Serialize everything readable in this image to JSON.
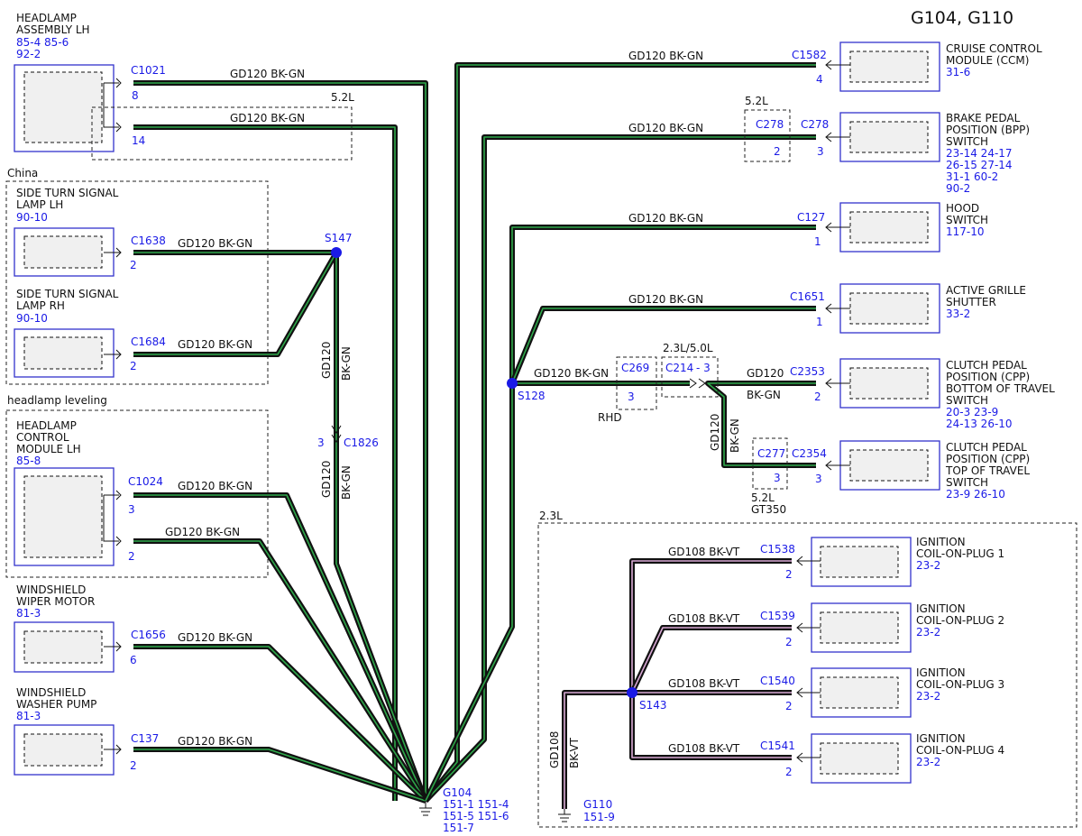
{
  "title": "G104, G110",
  "wire_label_g": "GD120  BK-GN",
  "wire_label_v": "GD108  BK-VT",
  "wire_code_g": "GD120",
  "wire_color_g": "BK-GN",
  "wire_code_v": "GD108",
  "wire_color_v": "BK-VT",
  "colors": {
    "ground_wire": "#2ea84a",
    "ignition_wire": "#d8a8d4",
    "reference": "#1a1ae6",
    "component_border": "#3333cc"
  },
  "components": {
    "headlamp_lh": {
      "name1": "HEADLAMP",
      "name2": "ASSEMBLY LH",
      "ref1": "85-4   85-6",
      "ref2": "92-2",
      "connector": "C1021",
      "pin": "8",
      "pin2": "14",
      "variant": "5.2L"
    },
    "group_china": {
      "label": "China"
    },
    "side_turn_lh": {
      "name1": "SIDE TURN SIGNAL",
      "name2": "LAMP LH",
      "ref": "90-10",
      "connector": "C1638",
      "pin": "2"
    },
    "side_turn_rh": {
      "name1": "SIDE TURN SIGNAL",
      "name2": "LAMP RH",
      "ref": "90-10",
      "connector": "C1684",
      "pin": "2"
    },
    "group_leveling": {
      "label": "headlamp leveling"
    },
    "headlamp_module": {
      "name1": "HEADLAMP",
      "name2": "CONTROL",
      "name3": "MODULE LH",
      "ref": "85-8",
      "connector": "C1024",
      "pin": "3",
      "pin2": "2"
    },
    "wiper_motor": {
      "name1": "WINDSHIELD",
      "name2": "WIPER MOTOR",
      "ref": "81-3",
      "connector": "C1656",
      "pin": "6"
    },
    "washer_pump": {
      "name1": "WINDSHIELD",
      "name2": "WASHER PUMP",
      "ref": "81-3",
      "connector": "C137",
      "pin": "2"
    },
    "ccm": {
      "name1": "CRUISE CONTROL",
      "name2": "MODULE (CCM)",
      "ref": "31-6",
      "connector": "C1582",
      "pin": "4"
    },
    "bpp": {
      "name1": "BRAKE PEDAL",
      "name2": "POSITION (BPP)",
      "name3": "SWITCH",
      "ref1": "23-14  24-17",
      "ref2": "26-15  27-14",
      "ref3": "31-1    60-2",
      "ref4": "90-2",
      "connector": "C278",
      "pin": "3",
      "inline": "C278",
      "inline_pin": "2",
      "variant": "5.2L"
    },
    "hood": {
      "name1": "HOOD",
      "name2": "SWITCH",
      "ref": "117-10",
      "connector": "C127",
      "pin": "1"
    },
    "grille": {
      "name1": "ACTIVE GRILLE",
      "name2": "SHUTTER",
      "ref": "33-2",
      "connector": "C1651",
      "pin": "1"
    },
    "cpp_bottom": {
      "name1": "CLUTCH PEDAL",
      "name2": "POSITION (CPP)",
      "name3": "BOTTOM OF TRAVEL",
      "name4": "SWITCH",
      "ref1": "20-3    23-9",
      "ref2": "24-13  26-10",
      "connector": "C2353",
      "pin": "2"
    },
    "cpp_top": {
      "name1": "CLUTCH PEDAL",
      "name2": "POSITION (CPP)",
      "name3": "TOP OF TRAVEL",
      "name4": "SWITCH",
      "ref": "23-9    26-10",
      "connector": "C2354",
      "pin": "3"
    },
    "c269": {
      "connector": "C269",
      "pin": "3",
      "note": "RHD"
    },
    "c214": {
      "connector": "C214",
      "pin_label": "- 3",
      "note": "2.3L/5.0L"
    },
    "c277": {
      "connector": "C277",
      "pin": "3",
      "note1": "5.2L",
      "note2": "GT350"
    },
    "group_23": {
      "label": "2.3L"
    },
    "coil1": {
      "name1": "IGNITION",
      "name2": "COIL-ON-PLUG 1",
      "ref": "23-2",
      "connector": "C1538",
      "pin": "2"
    },
    "coil2": {
      "name1": "IGNITION",
      "name2": "COIL-ON-PLUG 2",
      "ref": "23-2",
      "connector": "C1539",
      "pin": "2"
    },
    "coil3": {
      "name1": "IGNITION",
      "name2": "COIL-ON-PLUG 3",
      "ref": "23-2",
      "connector": "C1540",
      "pin": "2"
    },
    "coil4": {
      "name1": "IGNITION",
      "name2": "COIL-ON-PLUG 4",
      "ref": "23-2",
      "connector": "C1541",
      "pin": "2"
    }
  },
  "inline_c1826": {
    "connector": "C1826",
    "pin": "3"
  },
  "splices": {
    "s147": "S147",
    "s128": "S128",
    "s143": "S143"
  },
  "grounds": {
    "g104": {
      "name": "G104",
      "ref1": "151-1  151-4",
      "ref2": "151-5  151-6",
      "ref3": "151-7"
    },
    "g110": {
      "name": "G110",
      "ref": "151-9"
    }
  }
}
